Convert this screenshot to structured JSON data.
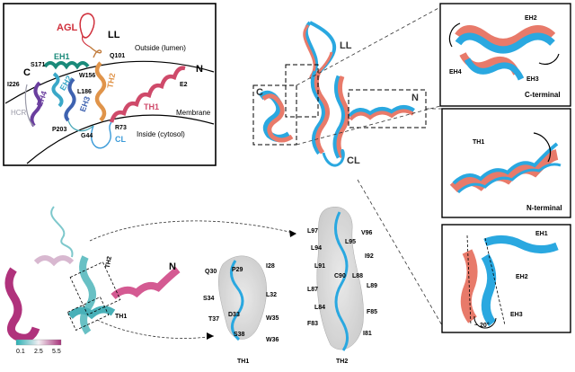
{
  "panel_a": {
    "labels": {
      "agl": "AGL",
      "ll": "LL",
      "outside": "Outside (lumen)",
      "n": "N",
      "c": "C",
      "q101": "Q101",
      "e2": "E2",
      "s171": "S171",
      "eh1": "EH1",
      "w156": "W156",
      "i226": "I226",
      "eh2": "EH2",
      "th2": "TH2",
      "eh4": "EH4",
      "l186": "L186",
      "eh3": "EH3",
      "hcr": "HCR",
      "th1": "TH1",
      "membrane": "Membrane",
      "r73": "R73",
      "p203": "P203",
      "g44": "G44",
      "cl": "CL",
      "inside": "Inside (cytosol)"
    },
    "colors": {
      "agl": "#d0303c",
      "eh1": "#1a8a7a",
      "eh2": "#3aa8c8",
      "eh3": "#3e62b0",
      "eh4": "#6a3e9e",
      "th2": "#e0944a",
      "th1": "#cf4a6a",
      "cl": "#3a9ad8",
      "hcr": "#9a9aa8"
    }
  },
  "overlay": {
    "labels": {
      "ll": "LL",
      "c": "C",
      "n": "N",
      "cl": "CL"
    },
    "colors": {
      "model_a": "#2aa8e0",
      "model_b": "#e87a6a"
    }
  },
  "inset_c_terminal": {
    "eh2": "EH2",
    "eh4": "EH4",
    "eh3": "EH3",
    "title": "C-terminal"
  },
  "inset_n_terminal": {
    "th1": "TH1",
    "title": "N-terminal"
  },
  "inset_angle": {
    "eh1": "EH1",
    "eh2": "EH2",
    "eh3": "EH3",
    "angle": "~ 20°"
  },
  "bfactor": {
    "th2": "TH2",
    "th1": "TH1",
    "n": "N",
    "scale_min": "0.1",
    "scale_mid": "2.5",
    "scale_max": "5.5"
  },
  "density_th1": {
    "caption": "TH1",
    "residues": [
      "Q30",
      "P29",
      "I28",
      "S34",
      "L32",
      "T37",
      "D33",
      "W35",
      "S38",
      "W36"
    ]
  },
  "density_th2": {
    "caption": "TH2",
    "residues": [
      "L97",
      "V96",
      "L94",
      "L95",
      "I92",
      "L91",
      "C90",
      "L88",
      "L87",
      "L89",
      "L84",
      "F83",
      "F85",
      "I81"
    ]
  }
}
